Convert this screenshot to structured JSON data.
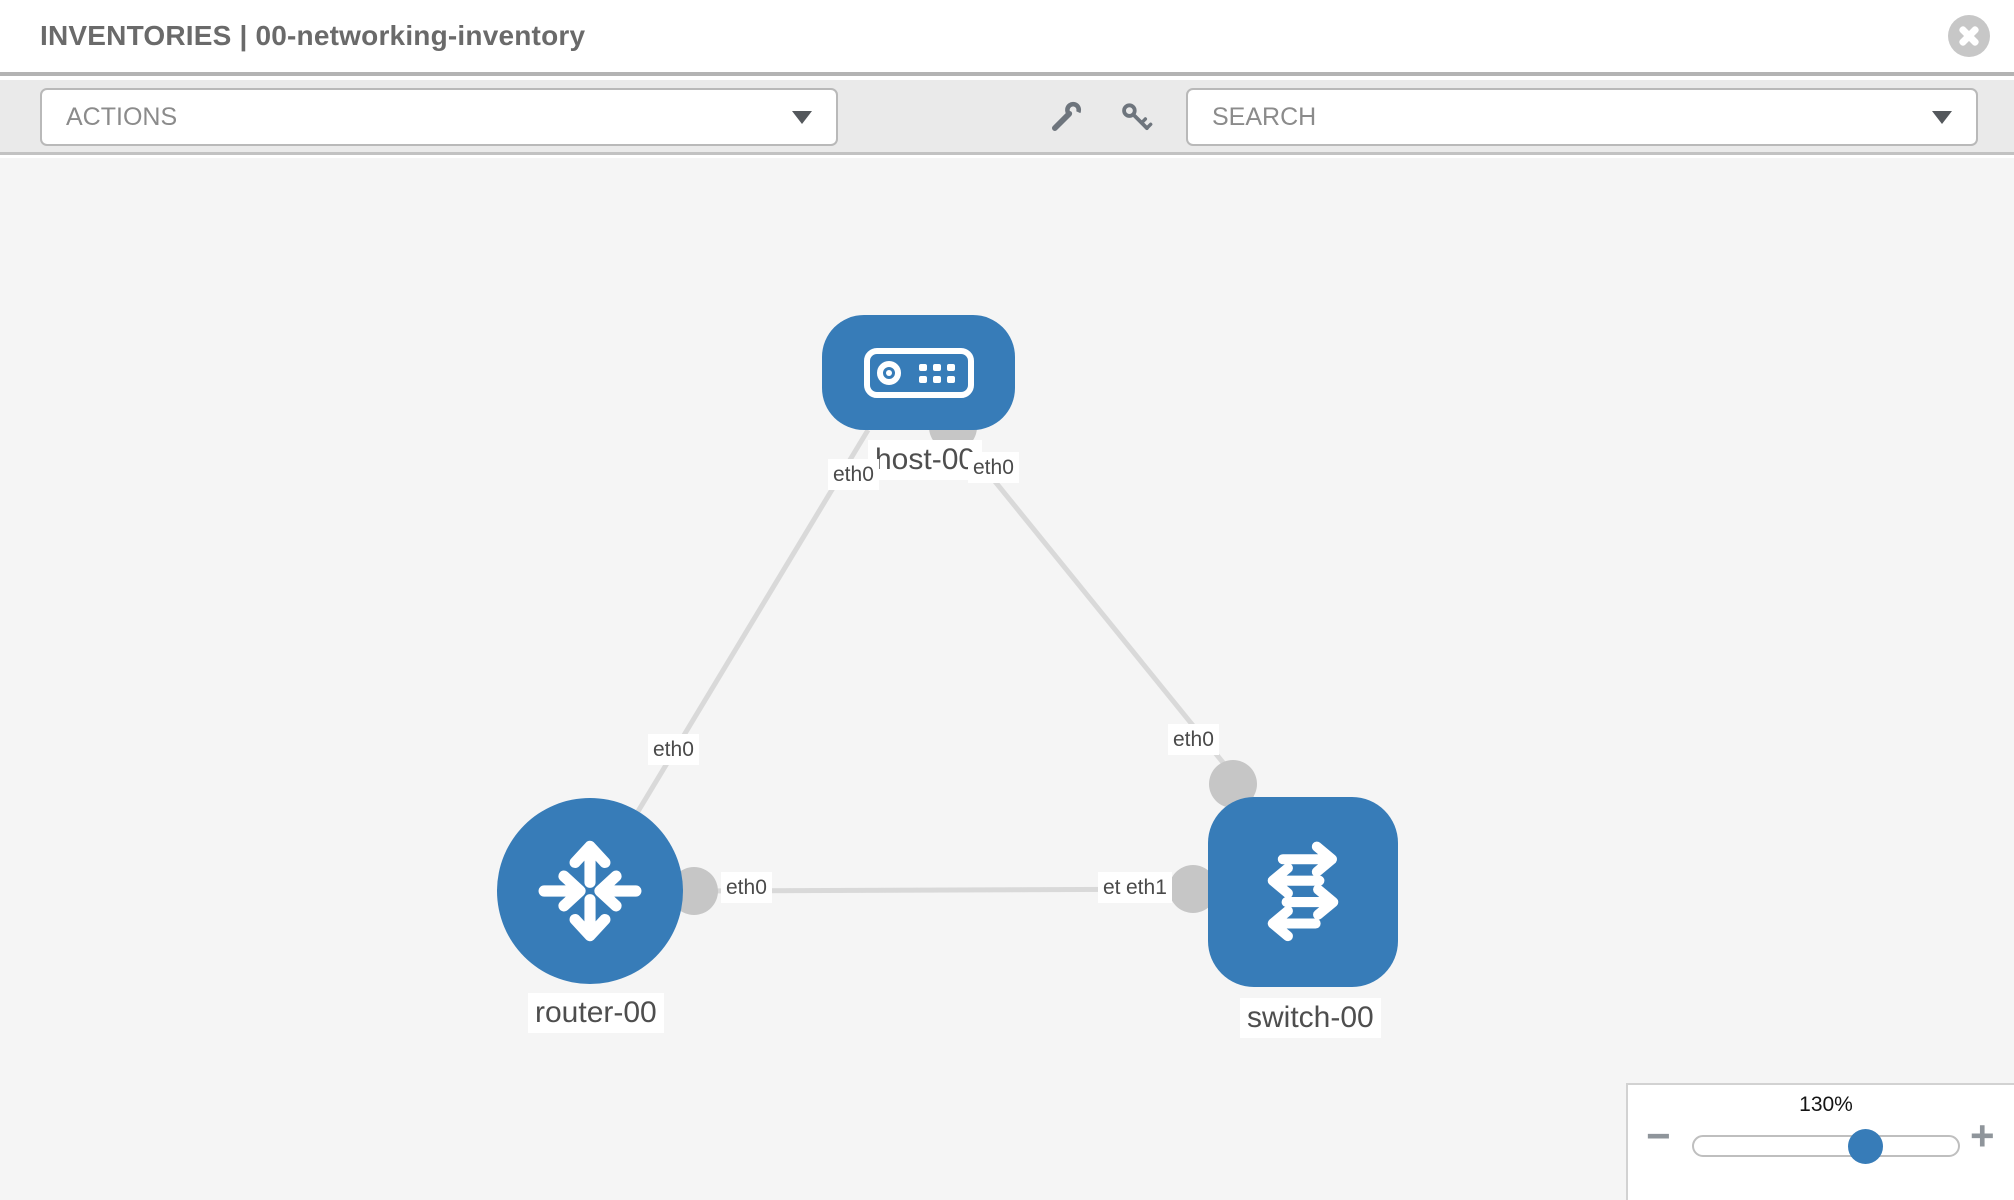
{
  "header": {
    "title": "INVENTORIES | 00-networking-inventory"
  },
  "toolbar": {
    "actions_label": "ACTIONS",
    "search_label": "SEARCH",
    "icons": [
      "wrench-icon",
      "key-icon"
    ]
  },
  "topology": {
    "nodes": {
      "host": {
        "label": "host-00",
        "type": "host"
      },
      "router": {
        "label": "router-00",
        "type": "router"
      },
      "switch": {
        "label": "switch-00",
        "type": "switch"
      }
    },
    "ports": {
      "host_to_router": "eth0",
      "host_to_switch": "eth0",
      "router_to_host": "eth0",
      "router_to_switch": "eth0",
      "switch_to_host": "eth0",
      "switch_overlap_hidden": "eth0",
      "switch_to_router": "eth1"
    },
    "links": [
      {
        "from": "host-00",
        "to": "router-00"
      },
      {
        "from": "host-00",
        "to": "switch-00"
      },
      {
        "from": "router-00",
        "to": "switch-00"
      }
    ]
  },
  "zoom_control": {
    "value": "130%",
    "minus_label": "−",
    "plus_label": "+"
  },
  "colors": {
    "node_blue": "#377cb8",
    "link_gray": "#d9d9d9",
    "port_dot_gray": "#c6c6c6",
    "canvas_bg": "#f5f5f5",
    "toolbar_bg": "#eaeaea"
  }
}
